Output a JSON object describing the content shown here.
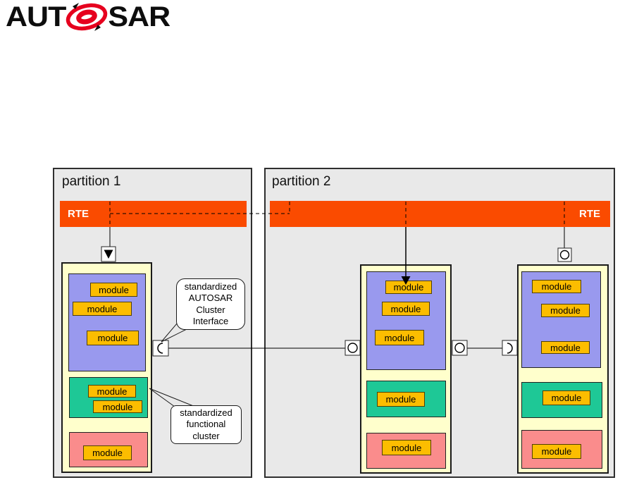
{
  "logo": {
    "prefix": "AUT",
    "suffix": "SAR"
  },
  "labels": {
    "rte": "RTE",
    "module": "module"
  },
  "partitions": {
    "p1": {
      "title": "partition 1"
    },
    "p2": {
      "title": "partition 2"
    }
  },
  "callouts": {
    "cluster_interface": {
      "text": "standardized\nAUTOSAR\nCluster\nInterface"
    },
    "functional_cluster": {
      "text": "standardized\nfunctional\ncluster"
    }
  },
  "colors": {
    "rte_orange": "#FA4B00",
    "partition_gray": "#E9E9E9",
    "cluster_cream": "#FFFFCC",
    "bsw_purple": "#9999EE",
    "service_green": "#1EC896",
    "complex_pink": "#FA8C8C",
    "module_orange": "#FCBD00",
    "logo_red": "#E6001E"
  }
}
